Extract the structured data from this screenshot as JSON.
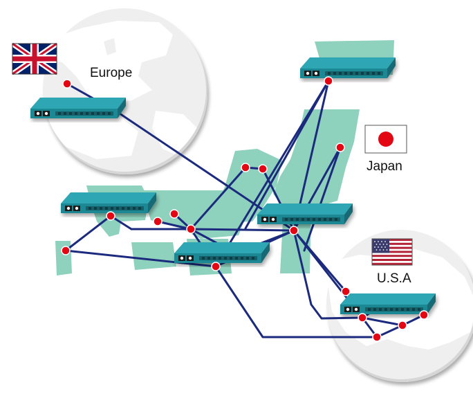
{
  "regions": {
    "europe": {
      "label": "Europe"
    },
    "japan": {
      "label": "Japan"
    },
    "usa": {
      "label": "U.S.A"
    }
  },
  "colors": {
    "land_japan": "#8ed1bd",
    "land_world": "#e4e4e4",
    "circle_fill": "#efefef",
    "link_line": "#1b2a7d",
    "node_dot": "#e30613",
    "router_body": "#25919d",
    "router_top": "#2fa6b3"
  },
  "icons": {
    "uk_flag": "uk-flag-icon",
    "japan_flag": "japan-flag-icon",
    "usa_flag": "usa-flag-icon",
    "router": "network-router-icon"
  }
}
